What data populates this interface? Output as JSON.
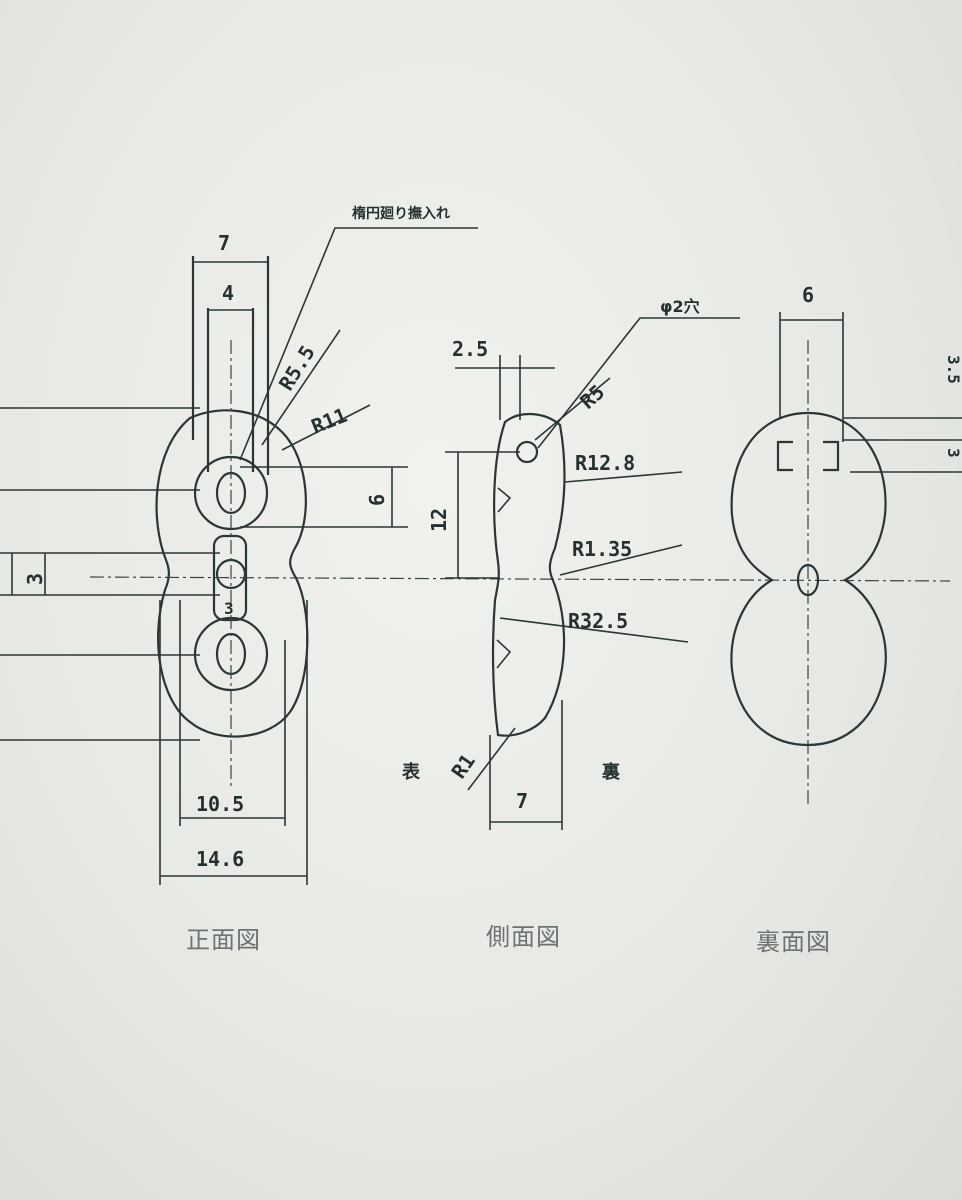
{
  "views": {
    "front": {
      "title": "正面図",
      "dims": {
        "top_width": "7",
        "inner_width": "4",
        "radius_a": "R5.5",
        "radius_b": "R11",
        "height": "6",
        "slot": "3",
        "slot_mark": "3",
        "lower_width": "10.5",
        "total_width": "14.6"
      },
      "note": "楕円廻り撫入れ"
    },
    "side": {
      "title": "側面図",
      "dims": {
        "offset": "2.5",
        "radius_top": "R5",
        "hole": "φ2穴",
        "radius_a": "R12.8",
        "height": "12",
        "radius_b": "R1.35",
        "radius_c": "R32.5",
        "radius_d": "R1",
        "thickness": "7"
      },
      "front_label": "表",
      "back_label": "裏"
    },
    "back": {
      "title": "裏面図",
      "dims": {
        "width": "6",
        "edge_a": "3.5",
        "edge_b": "3"
      }
    }
  }
}
